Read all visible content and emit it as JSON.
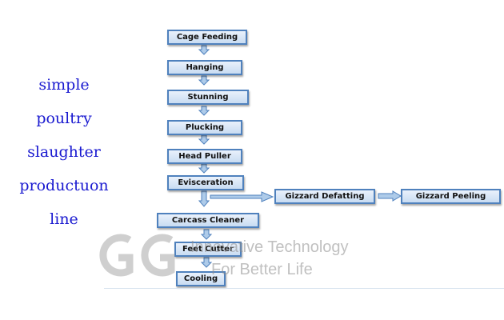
{
  "caption": {
    "lines": [
      "simple",
      "poultry",
      "slaughter",
      "productuon",
      "line"
    ]
  },
  "steps": {
    "cage_feeding": "Cage Feeding",
    "hanging": "Hanging",
    "stunning": "Stunning",
    "plucking": "Plucking",
    "head_puller": "Head Puller",
    "evisceration": "Evisceration",
    "gizzard_defatting": "Gizzard Defatting",
    "gizzard_peeling": "Gizzard Peeling",
    "carcass_cleaner": "Carcass Cleaner",
    "feet_cutter": "Feet Cutter",
    "cooling": "Cooling"
  },
  "watermark": {
    "line1": "Innovative Technology",
    "line2": "For Better Life"
  },
  "colors": {
    "box_border": "#4f81bd",
    "arrow_fill": "#aecbe9",
    "caption_text": "#1a1ad0"
  }
}
